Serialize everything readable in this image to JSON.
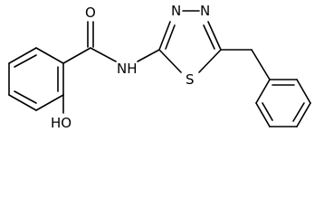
{
  "structure": {
    "atoms": {
      "carbonyl_oxygen": "O",
      "amide_nitrogen": "NH",
      "ring_nitrogen_left": "N",
      "ring_nitrogen_right": "N",
      "sulfur": "S",
      "hydroxyl": "HO"
    }
  }
}
